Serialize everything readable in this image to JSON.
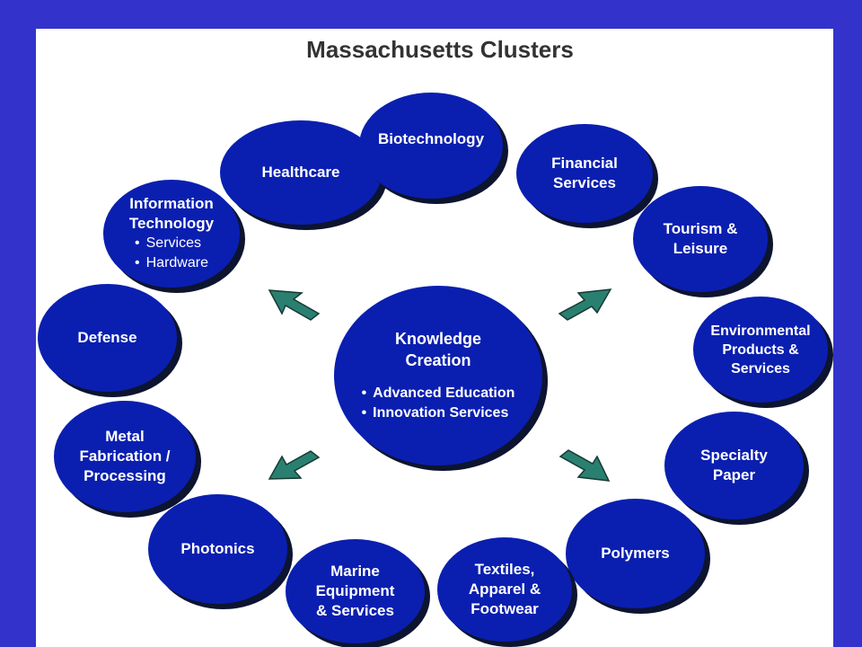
{
  "title": "Massachusetts Clusters",
  "colors": {
    "frame": "#3333cc",
    "bubble": "#0a1fb0",
    "arrow": "#2a8070"
  },
  "center": {
    "label": "Knowledge\nCreation",
    "items": [
      "Advanced Education",
      "Innovation Services"
    ]
  },
  "clusters": {
    "healthcare": "Healthcare",
    "biotechnology": "Biotechnology",
    "financial": "Financial\nServices",
    "tourism": "Tourism &\nLeisure",
    "environmental": "Environmental\nProducts &\nServices",
    "it": {
      "label": "Information\nTechnology",
      "items": [
        "Services",
        "Hardware"
      ]
    },
    "defense": "Defense",
    "metal": "Metal\nFabrication /\nProcessing",
    "specialty": "Specialty\nPaper",
    "photonics": "Photonics",
    "polymers": "Polymers",
    "marine": "Marine\nEquipment\n& Services",
    "textiles": "Textiles,\nApparel &\nFootwear"
  }
}
